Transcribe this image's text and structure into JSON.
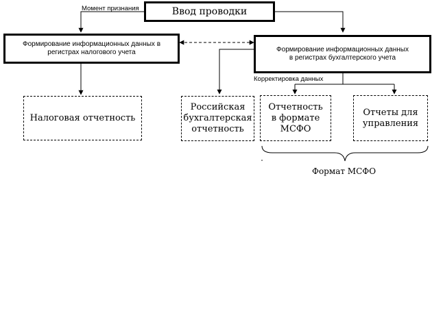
{
  "nodes": {
    "entry": "Ввод проводки",
    "tax_registers": "Формирование информационных данных в регистрах налогового учета",
    "accounting_registers": "Формирование информационных данных в регистрах бухгалтерского учета",
    "tax_reporting": "Налоговая отчетность",
    "russian_reporting": "Российская бухгалтерская отчетность",
    "ifrs_reporting": "Отчетность в формате МСФО",
    "management_reports": "Отчеты для управления"
  },
  "labels": {
    "recognition_moment": "Момент признания",
    "data_adjustment": "Корректировка данных",
    "ifrs_format": "Формат МСФО"
  }
}
